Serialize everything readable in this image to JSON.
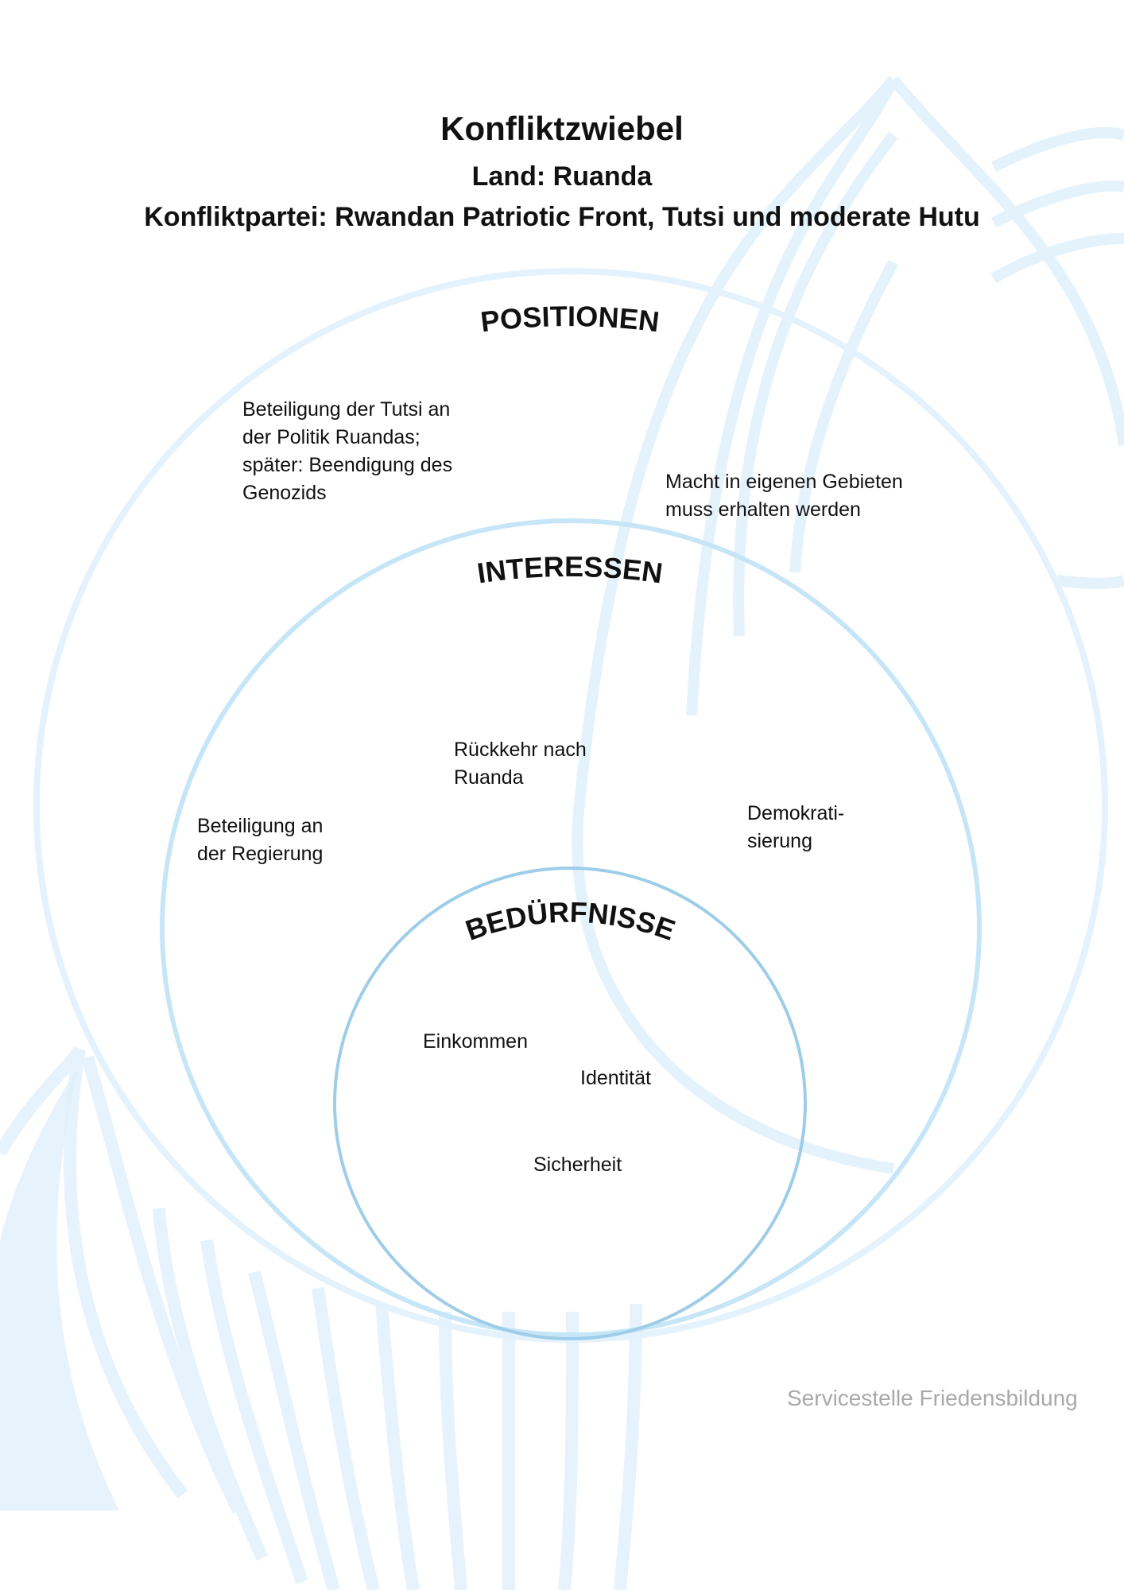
{
  "header": {
    "title": "Konfliktzwiebel",
    "country": "Land: Ruanda",
    "party": "Konfliktpartei: Rwandan Patriotic Front, Tutsi und moderate Hutu"
  },
  "rings": {
    "positions": {
      "title": "POSITIONEN",
      "items": [
        [
          "Beteiligung der Tutsi an",
          "der Politik Ruandas;",
          "später: Beendigung des",
          "Genozids"
        ],
        [
          "Macht in eigenen Gebieten",
          "muss erhalten werden"
        ]
      ]
    },
    "interests": {
      "title": "INTERESSEN",
      "items": [
        [
          "Rückkehr nach",
          "Ruanda"
        ],
        [
          "Beteiligung an",
          "der Regierung"
        ],
        [
          "Demokrati-",
          "sierung"
        ]
      ]
    },
    "needs": {
      "title": "BEDÜRFNISSE",
      "items": [
        "Einkommen",
        "Identität",
        "Sicherheit"
      ]
    }
  },
  "footer": {
    "credit": "Servicestelle Friedensbildung"
  },
  "colors": {
    "outer_ring": "#e3f2fc",
    "middle_ring": "#c6e6f8",
    "inner_ring": "#9dcde8",
    "watermark": "#dbeefb"
  }
}
